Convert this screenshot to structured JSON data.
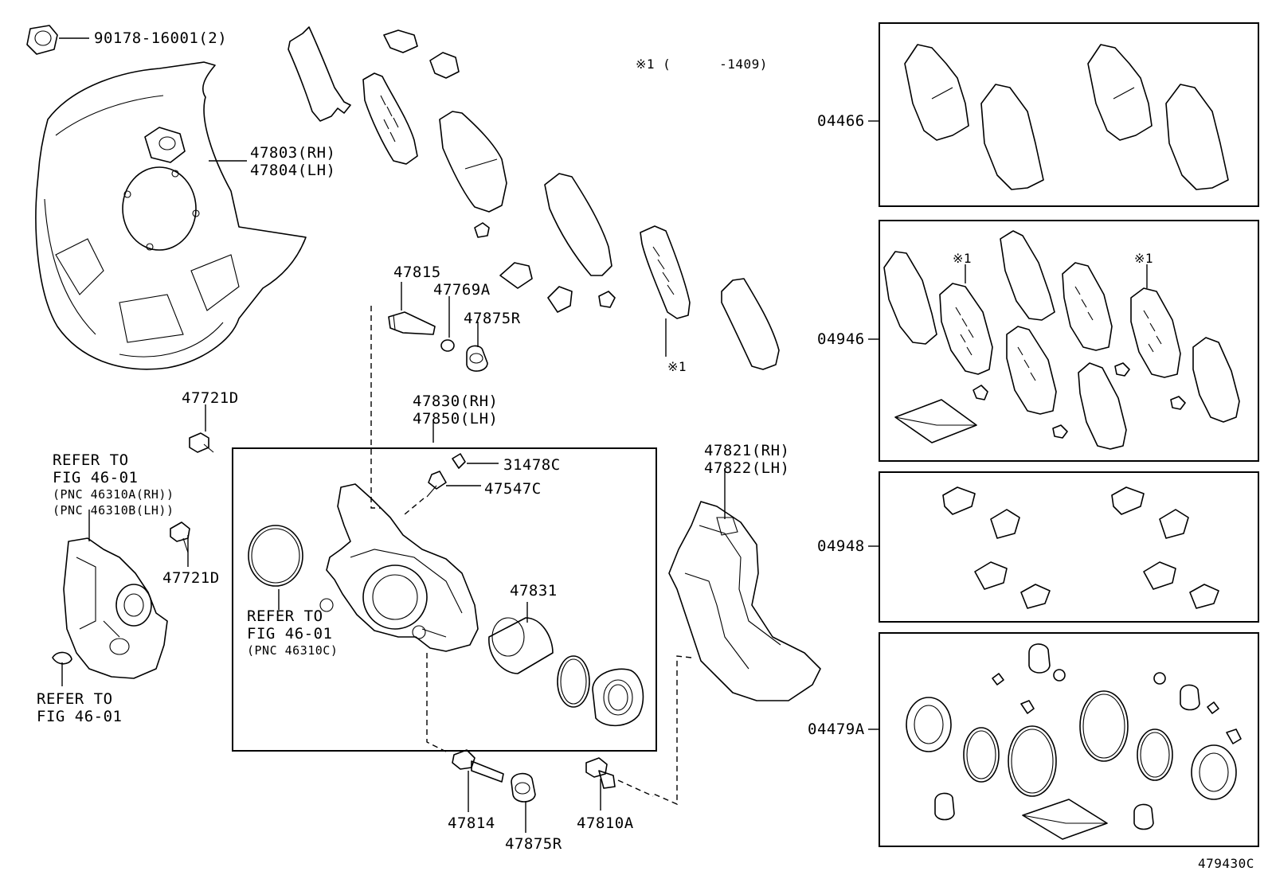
{
  "diagram_code": "479430C",
  "note": "※1 (      -1409)",
  "nut": {
    "part": "90178-16001(2)"
  },
  "dust_cover": {
    "rh": "47803(RH)",
    "lh": "47804(LH)"
  },
  "bolt_top": {
    "part": "47815"
  },
  "bushing": {
    "part": "47769A"
  },
  "boot_top": {
    "part": "47875R"
  },
  "caliper": {
    "rh": "47830(RH)",
    "lh": "47850(LH)"
  },
  "bleeder_cap": {
    "part": "31478C"
  },
  "bleeder_plug": {
    "part": "47547C"
  },
  "piston": {
    "part": "47831"
  },
  "mounting": {
    "rh": "47821(RH)",
    "lh": "47822(LH)"
  },
  "bolt_upper": {
    "part": "47721D"
  },
  "bolt_lower": {
    "part": "47721D"
  },
  "refer_actuator": {
    "line1": "REFER TO",
    "line2": "FIG 46-01",
    "line3": "(PNC 46310A(RH))",
    "line4": "(PNC 46310B(LH))"
  },
  "refer_ring": {
    "line1": "REFER TO",
    "line2": "FIG 46-01",
    "line3": "(PNC 46310C)"
  },
  "refer_plug": {
    "line1": "REFER TO",
    "line2": "FIG 46-01"
  },
  "bolt_bottom": {
    "part": "47814"
  },
  "boot_bottom": {
    "part": "47875R"
  },
  "bolt_mount": {
    "part": "47810A"
  },
  "star_marks": [
    "※1",
    "※1",
    "※1"
  ],
  "kits": [
    {
      "part": "04466"
    },
    {
      "part": "04946"
    },
    {
      "part": "04948"
    },
    {
      "part": "04479A"
    }
  ]
}
